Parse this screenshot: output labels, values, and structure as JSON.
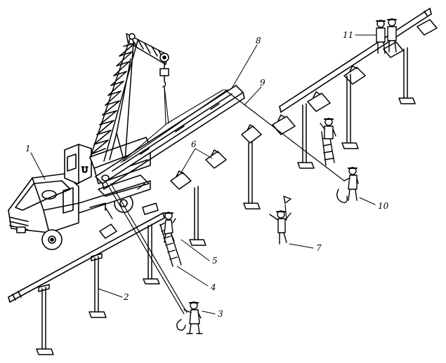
{
  "callouts": {
    "c1": "1",
    "c2": "2",
    "c3": "3",
    "c4": "4",
    "c5": "5",
    "c6": "6",
    "c7": "7",
    "c8": "8",
    "c9": "9",
    "c10": "10",
    "c11": "11"
  },
  "crane_cab_mark": "U"
}
